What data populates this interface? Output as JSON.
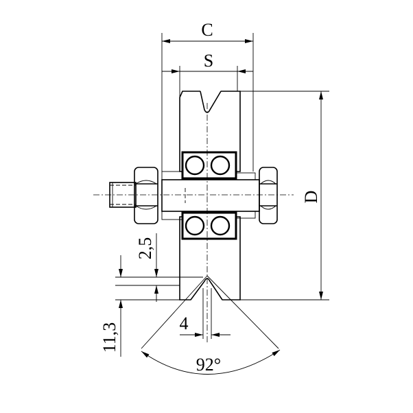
{
  "drawing": {
    "dimensions": {
      "c": "C",
      "s": "S",
      "d": "D",
      "groove_depth": "2,5",
      "groove_width": "4",
      "edge_height": "11,3",
      "angle": "92°"
    },
    "colors": {
      "line": "#000000",
      "background": "#ffffff"
    }
  }
}
